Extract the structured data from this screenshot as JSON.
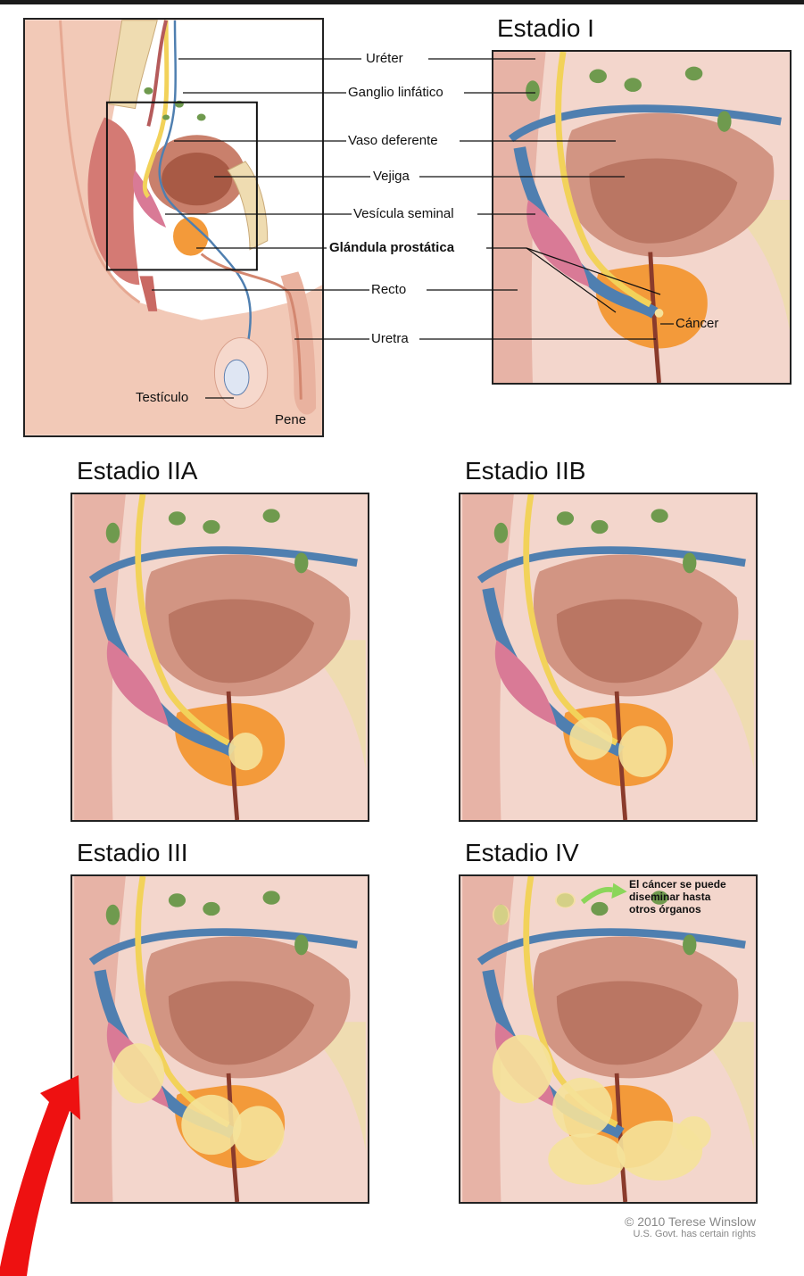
{
  "labels": {
    "ureter": "Uréter",
    "lymph_node": "Ganglio linfático",
    "vas_deferens": "Vaso deferente",
    "bladder": "Vejiga",
    "seminal_vesicle": "Vesícula seminal",
    "prostate": "Glándula prostática",
    "rectum": "Recto",
    "urethra": "Uretra",
    "testicle": "Testículo",
    "penis": "Pene",
    "cancer": "Cáncer"
  },
  "stages": {
    "s1": "Estadio I",
    "s2a": "Estadio IIA",
    "s2b": "Estadio IIB",
    "s3": "Estadio III",
    "s4": "Estadio IV"
  },
  "stage4_note": [
    "El cáncer se puede",
    "diseminar hasta",
    "otros órganos"
  ],
  "credit": {
    "line1": "© 2010 Terese Winslow",
    "line2": "U.S. Govt. has certain rights"
  },
  "colors": {
    "tissue": "#f0c8bb",
    "bladder": "#b86a55",
    "prostate": "#f39a3a",
    "tumor": "#f5e29a",
    "vessel_blue": "#4f7fb0",
    "ureter_yellow": "#f2d25a",
    "lymph_green": "#6f9a4e",
    "arrow_red": "#ee1111"
  }
}
